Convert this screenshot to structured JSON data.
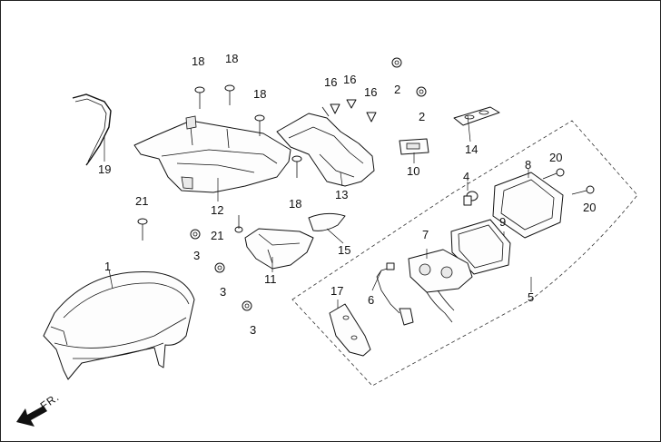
{
  "diagram": {
    "front_direction_label": "FR.",
    "parts": [
      {
        "id": "p1",
        "label": "1"
      },
      {
        "id": "p2a",
        "label": "2"
      },
      {
        "id": "p2b",
        "label": "2"
      },
      {
        "id": "p3a",
        "label": "3"
      },
      {
        "id": "p3b",
        "label": "3"
      },
      {
        "id": "p3c",
        "label": "3"
      },
      {
        "id": "p4",
        "label": "4"
      },
      {
        "id": "p5",
        "label": "5"
      },
      {
        "id": "p6",
        "label": "6"
      },
      {
        "id": "p7",
        "label": "7"
      },
      {
        "id": "p8",
        "label": "8"
      },
      {
        "id": "p9",
        "label": "9"
      },
      {
        "id": "p10",
        "label": "10"
      },
      {
        "id": "p11",
        "label": "11"
      },
      {
        "id": "p12",
        "label": "12"
      },
      {
        "id": "p13",
        "label": "13"
      },
      {
        "id": "p14",
        "label": "14"
      },
      {
        "id": "p15",
        "label": "15"
      },
      {
        "id": "p16a",
        "label": "16"
      },
      {
        "id": "p16b",
        "label": "16"
      },
      {
        "id": "p16c",
        "label": "16"
      },
      {
        "id": "p17",
        "label": "17"
      },
      {
        "id": "p18a",
        "label": "18"
      },
      {
        "id": "p18b",
        "label": "18"
      },
      {
        "id": "p18c",
        "label": "18"
      },
      {
        "id": "p18d",
        "label": "18"
      },
      {
        "id": "p19",
        "label": "19"
      },
      {
        "id": "p20a",
        "label": "20"
      },
      {
        "id": "p20b",
        "label": "20"
      },
      {
        "id": "p21a",
        "label": "21"
      },
      {
        "id": "p21b",
        "label": "21"
      }
    ]
  }
}
